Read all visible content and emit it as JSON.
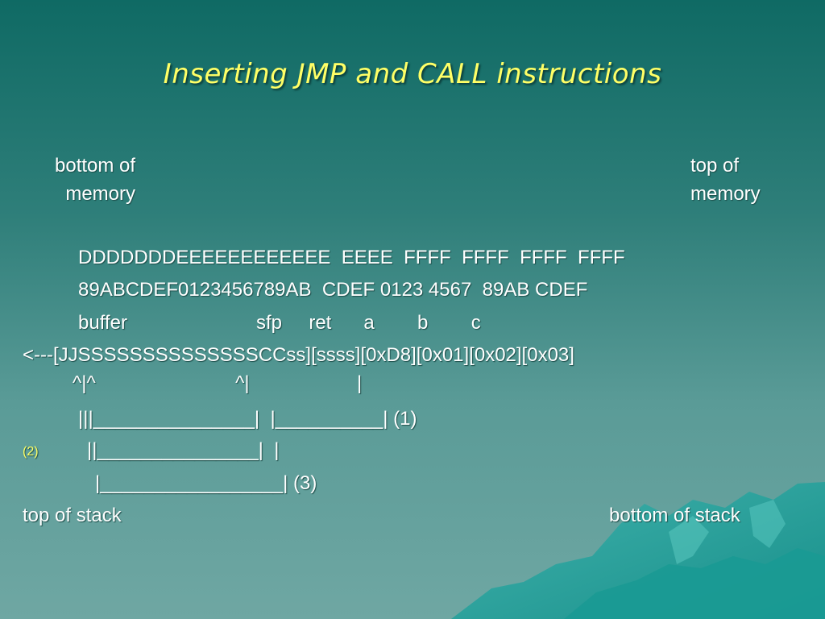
{
  "slide": {
    "title": "Inserting JMP and CALL instructions",
    "label_bottom_memory": "bottom of\n  memory",
    "label_top_memory": "top of\nmemory",
    "line1": "DDDDDDDEEEEEEEEEEEE  EEEE  FFFF  FFFF  FFFF  FFFF",
    "line2": "89ABCDEF0123456789AB  CDEF 0123 4567  89AB CDEF",
    "line3": "buffer                        sfp     ret      a        b        c",
    "line4": "<---[JJSSSSSSSSSSSSSSCCss][ssss][0xD8][0x01][0x02][0x03]",
    "line5": "^|^                          ^|                    |",
    "line6": "|||_______________|  |__________| (1)",
    "line7_marker": "(2)",
    "line7": "||_______________|  |",
    "line8": "|_________________| (3)",
    "label_top_stack": "top of stack",
    "label_bottom_stack": "bottom of stack"
  }
}
